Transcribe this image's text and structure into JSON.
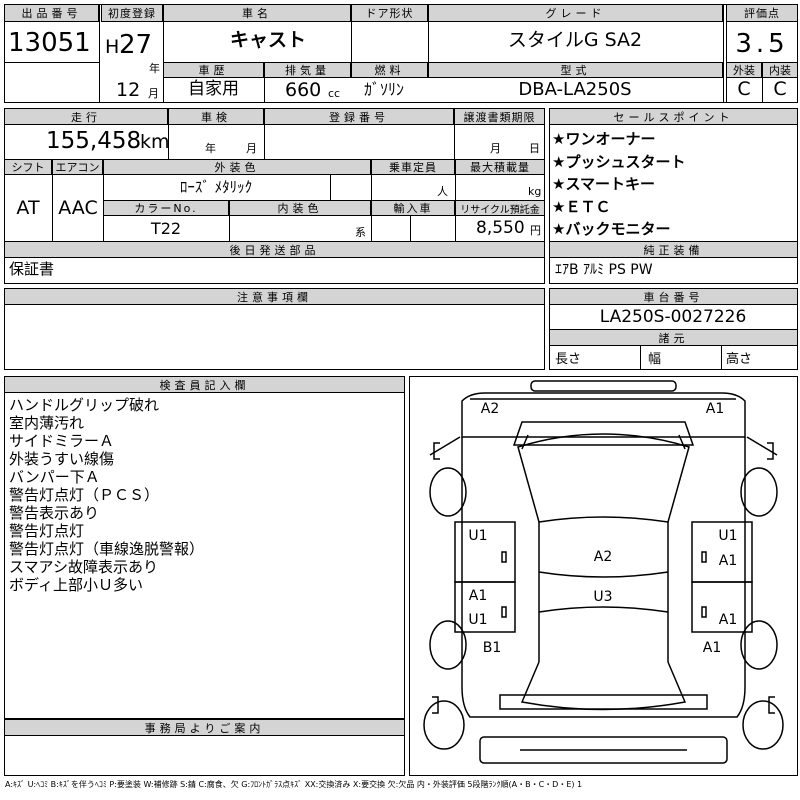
{
  "header": {
    "lot_no_label": "出品番号",
    "lot_no": "13051",
    "first_reg_label": "初度登録",
    "era": "H",
    "year": "27",
    "year_unit": "年",
    "month": "12",
    "month_unit": "月",
    "car_name_label": "車名",
    "car_name": "キャスト",
    "door_label": "ドア形状",
    "door": "",
    "grade_label": "グレード",
    "grade": "スタイルG SA2",
    "score_label": "評価点",
    "score": "3.5",
    "history_label": "車歴",
    "history": "自家用",
    "displacement_label": "排気量",
    "displacement": "660",
    "displacement_unit": "cc",
    "fuel_label": "燃料",
    "fuel": "ｶﾞｿﾘﾝ",
    "model_label": "型式",
    "model": "DBA-LA250S",
    "exterior_label": "外装",
    "exterior": "C",
    "interior_label": "内装",
    "interior": "C"
  },
  "details": {
    "mileage_label": "走行",
    "mileage": "155,458",
    "mileage_unit": "km",
    "inspection_label": "車検",
    "inspection_year_unit": "年",
    "inspection_month_unit": "月",
    "reg_no_label": "登録番号",
    "transfer_label": "譲渡書類期限",
    "transfer_month_unit": "月",
    "transfer_day_unit": "日",
    "shift_label": "シフト",
    "shift": "AT",
    "ac_label": "エアコン",
    "ac": "AAC",
    "ext_color_label": "外装色",
    "ext_color": "ﾛｰｽﾞ ﾒﾀﾘｯｸ",
    "capacity_label": "乗車定員",
    "capacity_unit": "人",
    "load_label": "最大積載量",
    "load_unit": "kg",
    "color_no_label": "カラーNo.",
    "color_no": "T22",
    "int_color_label": "内装色",
    "int_color_unit": "系",
    "import_label": "輸入車",
    "recycle_label": "リサイクル預託金",
    "recycle": "8,550",
    "recycle_unit": "円",
    "accessories_label": "後日発送部品",
    "accessories": "保証書"
  },
  "sales_points": {
    "label": "セールスポイント",
    "items": [
      "★ワンオーナー",
      "★プッシュスタート",
      "★スマートキー",
      "★ＥＴＣ",
      "★バックモニター"
    ]
  },
  "equipment": {
    "label": "純正装備",
    "value": "ｴｱB ｱﾙﾐ PS PW"
  },
  "notes": {
    "label": "注意事項欄"
  },
  "chassis": {
    "label": "車台番号",
    "value": "LA250S-0027226"
  },
  "dimensions": {
    "label": "諸元",
    "length_label": "長さ",
    "width_label": "幅",
    "height_label": "高さ"
  },
  "inspector": {
    "label": "検査員記入欄",
    "lines": [
      "ハンドルグリップ破れ",
      "室内薄汚れ",
      "サイドミラーＡ",
      "外装うすい線傷",
      "バンパー下Ａ",
      "警告灯点灯（ＰＣＳ）",
      "警告表示あり",
      "警告灯点灯",
      "警告灯点灯（車線逸脱警報）",
      "スマアシ故障表示あり",
      "ボディ上部小Ｕ多い"
    ]
  },
  "office": {
    "label": "事務局よりご案内"
  },
  "diagram_marks": {
    "front_left": "A2",
    "front_right": "A1",
    "left_front_door": "U1",
    "right_front_door_a": "U1",
    "right_front_door_b": "A1",
    "roof": "A2",
    "rear_roof": "U3",
    "left_rear_door_a": "A1",
    "left_rear_door_b": "U1",
    "right_rear_door": "A1",
    "left_rear_fender": "B1",
    "right_rear_fender": "A1"
  },
  "legend": "A:ｷｽﾞ U:ﾍｺﾐ B:ｷｽﾞを伴うﾍｺﾐ P:要塗装 W:補修跡 S:錆 C:腐食、欠 G:ﾌﾛﾝﾄｶﾞﾗｽ点ｷｽﾞ XX:交換済み X:要交換 欠:欠品 内・外装評価 5段階ﾗﾝｸ順(A・B・C・D・E) 1"
}
